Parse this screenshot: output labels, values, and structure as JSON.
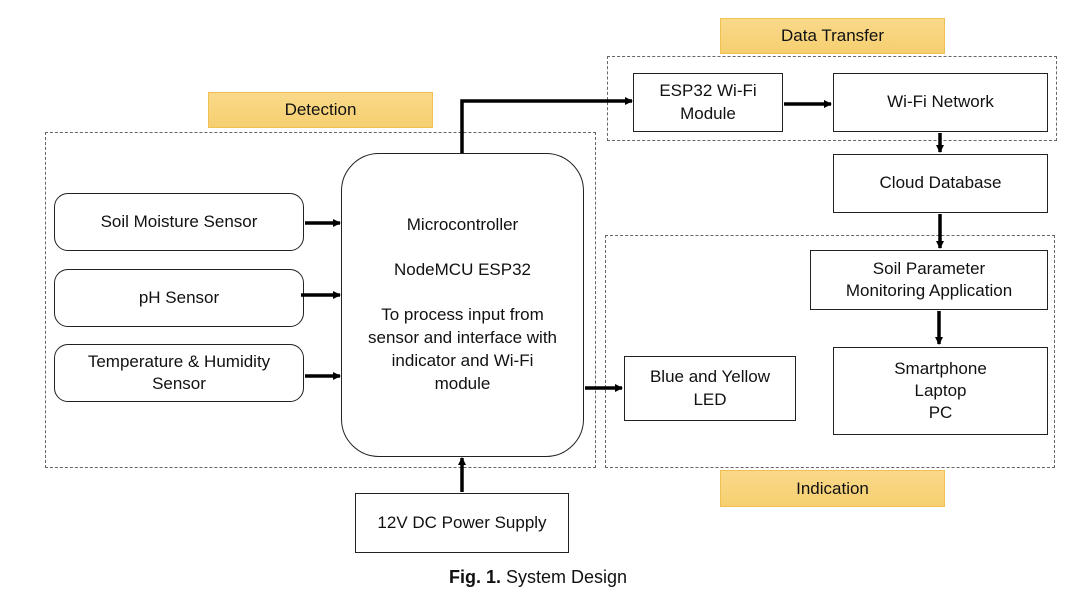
{
  "groups": {
    "detection": "Detection",
    "data_transfer": "Data Transfer",
    "indication": "Indication"
  },
  "blocks": {
    "soil_moisture": "Soil Moisture Sensor",
    "ph_sensor": "pH Sensor",
    "temp_humidity": [
      "Temperature & Humidity",
      "Sensor"
    ],
    "microcontroller": {
      "title": "Microcontroller",
      "model": "NodeMCU ESP32",
      "description": [
        "To process input from",
        "sensor and interface with",
        "indicator and Wi-Fi",
        "module"
      ]
    },
    "esp32_wifi": [
      "ESP32 Wi-Fi",
      "Module"
    ],
    "wifi_network": "Wi-Fi Network",
    "cloud_database": "Cloud Database",
    "monitoring_app": [
      "Soil Parameter",
      "Monitoring Application"
    ],
    "devices": [
      "Smartphone",
      "Laptop",
      "PC"
    ],
    "led": [
      "Blue and Yellow",
      "LED"
    ],
    "power_supply": "12V DC Power Supply"
  },
  "caption": {
    "prefix": "Fig. 1.",
    "text": " System Design"
  },
  "colors": {
    "label_fill": "#f6cf70",
    "label_border": "#f0c050",
    "stroke": "#000000",
    "dash": "#666666"
  }
}
